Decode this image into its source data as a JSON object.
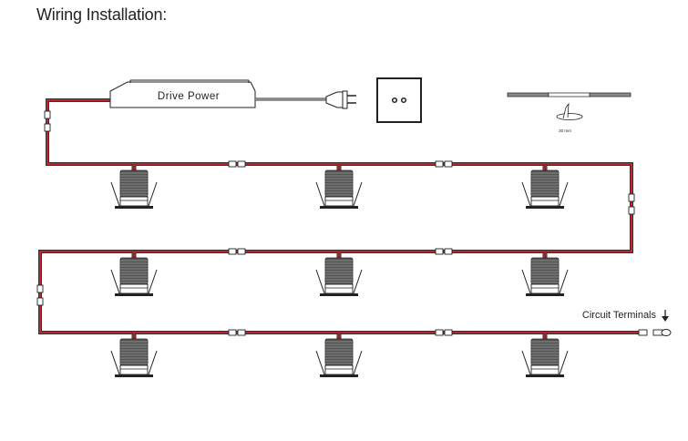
{
  "title": "Wiring Installation:",
  "driver": {
    "label": "Drive Power"
  },
  "strip": {
    "dimension_label": "30 mm"
  },
  "terminals": {
    "label": "Circuit Terminals",
    "icon": "arrow-down-icon"
  },
  "colors": {
    "wire_outer": "#333333",
    "wire_inner": "#e8202a",
    "line": "#222222"
  },
  "rows": [
    {
      "lights": 3,
      "connectors": 2
    },
    {
      "lights": 3,
      "connectors": 2
    },
    {
      "lights": 3,
      "connectors": 2
    }
  ]
}
